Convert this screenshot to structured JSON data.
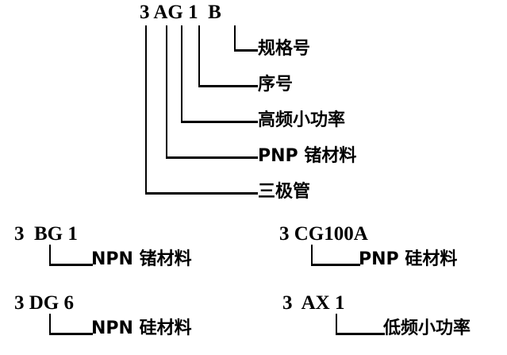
{
  "diagram": {
    "type": "transistor-part-number-breakdown",
    "main": {
      "code_text": "3 AG 1  B",
      "code_parts": [
        "3",
        "AG",
        "1",
        "B"
      ],
      "callouts": [
        {
          "id": "spec-number",
          "source_char": "B",
          "label": "规格号"
        },
        {
          "id": "serial-number",
          "source_char": "1",
          "label": "序号"
        },
        {
          "id": "category",
          "source_char": "G",
          "label": "高频小功率"
        },
        {
          "id": "material",
          "source_char": "A",
          "label": "PNP 锗材料"
        },
        {
          "id": "electrodes",
          "source_char": "3",
          "label": "三极管"
        }
      ]
    },
    "examples": [
      {
        "id": "example-3bg1",
        "code": "3  BG 1",
        "label": "NPN 锗材料"
      },
      {
        "id": "example-3cg100a",
        "code": "3 CG100A",
        "label": "PNP 硅材料"
      },
      {
        "id": "example-3dg6",
        "code": "3 DG 6",
        "label": "NPN 硅材料"
      },
      {
        "id": "example-3ax1",
        "code": "3  AX 1",
        "label": "低频小功率"
      }
    ]
  },
  "colors": {
    "ink": "#000000",
    "paper": "#ffffff"
  }
}
